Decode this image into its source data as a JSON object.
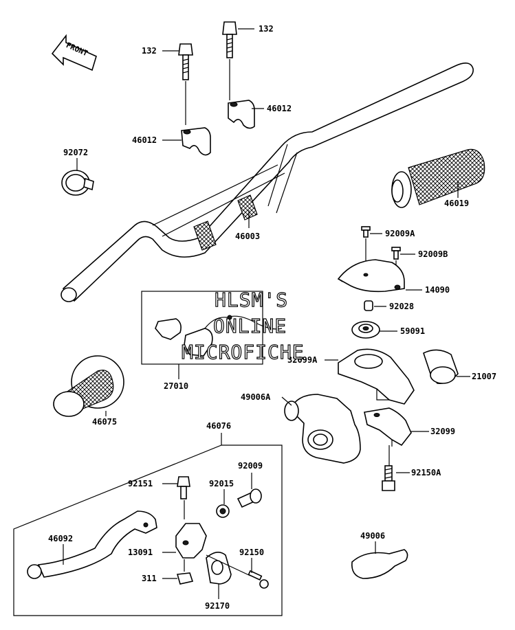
{
  "front_arrow_label": "FRONT",
  "labels": {
    "l132a": "132",
    "l132b": "132",
    "l46012a": "46012",
    "l46012b": "46012",
    "l92072": "92072",
    "l46019": "46019",
    "l46003": "46003",
    "l92009A": "92009A",
    "l92009B": "92009B",
    "l14090": "14090",
    "l92028": "92028",
    "l59091": "59091",
    "l32099A": "32099A",
    "l21007": "21007",
    "l27010": "27010",
    "l49006A": "49006A",
    "l46075": "46075",
    "l46076": "46076",
    "l32099": "32099",
    "l92150A": "92150A",
    "l92009": "92009",
    "l92151": "92151",
    "l92015": "92015",
    "l46092": "46092",
    "l13091": "13091",
    "l92150": "92150",
    "l311": "311",
    "l92170": "92170",
    "l49006": "49006"
  },
  "watermark": {
    "line1": "HLSM'S",
    "line2": "ONLINE",
    "line3": "MICROFICHE"
  }
}
